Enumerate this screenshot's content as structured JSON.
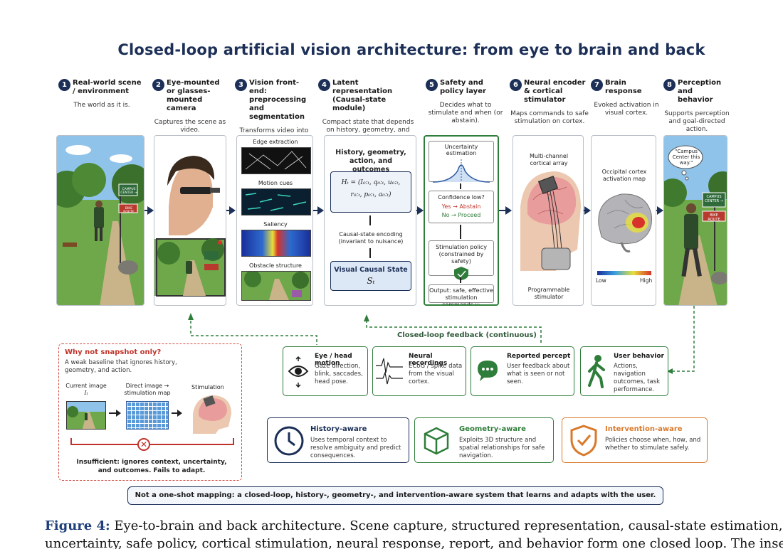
{
  "title": "Closed-loop artificial vision architecture: from eye to brain and back",
  "stages": [
    {
      "num": "1",
      "name": "Real-world scene / environment",
      "desc": "The world as it is."
    },
    {
      "num": "2",
      "name": "Eye-mounted or glasses-mounted camera",
      "desc": "Captures the scene as video."
    },
    {
      "num": "3",
      "name": "Vision front-end: preprocessing and segmentation",
      "desc": "Transforms video into structured visual cues."
    },
    {
      "num": "4",
      "name": "Latent representation (Causal-state module)",
      "desc": "Compact state that depends on history, geometry, and action."
    },
    {
      "num": "5",
      "name": "Safety and policy layer",
      "desc": "Decides what to stimulate and when (or abstain)."
    },
    {
      "num": "6",
      "name": "Neural encoder & cortical stimulator",
      "desc": "Maps commands to safe stimulation on cortex."
    },
    {
      "num": "7",
      "name": "Brain response",
      "desc": "Evoked activation in visual cortex."
    },
    {
      "num": "8",
      "name": "Perception and behavior",
      "desc": "Supports perception and goal-directed action."
    }
  ],
  "scene": {
    "sign_top": "CAMPUS CENTER →",
    "sign_bottom": "BIKE ROUTE"
  },
  "frontend": {
    "items": [
      "Edge extraction",
      "Motion cues",
      "Saliency",
      "Obstacle structure"
    ]
  },
  "latent": {
    "heading": "History, geometry, action, and outcomes",
    "formula_l1": "H",
    "formula_l1_rest": " = (I",
    "formula_full_1": "Hₜ = (I₀:ₜ, q₀:ₜ, u₀:ₜ,",
    "formula_full_2": "r₀:ₜ, p₀:ₜ, a₀:ₜ)",
    "encoding": "Causal-state encoding (invariant to nuisance)",
    "state_title": "Visual Causal State",
    "state_symbol": "Sₜ"
  },
  "safety": {
    "uncertainty": "Uncertainty estimation",
    "confidence": "Confidence low?",
    "yes": "Yes → Abstain",
    "no": "No → Proceed",
    "policy": "Stimulation policy (constrained by safety)",
    "output": "Output: safe, effective stimulation commands uₜ"
  },
  "encoder": {
    "array": "Multi-channel cortical array",
    "stimulator": "Programmable stimulator"
  },
  "brain": {
    "map": "Occipital cortex activation map",
    "low": "Low",
    "high": "High"
  },
  "perception": {
    "bubble": "\"Campus Center this way.\"",
    "sign_top": "CAMPUS CENTER →",
    "sign_bottom": "BIKE ROUTE"
  },
  "feedback": {
    "label": "Closed-loop feedback (continuous)",
    "cards": [
      {
        "title": "Eye / head motion",
        "text": "Gaze direction, blink, saccades, head pose."
      },
      {
        "title": "Neural recordings",
        "text": "ECoG / spike data from the visual cortex."
      },
      {
        "title": "Reported percept",
        "text": "User feedback about what is seen or not seen."
      },
      {
        "title": "User behavior",
        "text": "Actions, navigation outcomes, task performance."
      }
    ]
  },
  "snapshot": {
    "title": "Why not snapshot only?",
    "desc": "A weak baseline that ignores history, geometry, and action.",
    "current": "Current image",
    "current_sym": "Iₜ",
    "direct": "Direct image → stimulation map",
    "stim": "Stimulation",
    "insufficient": "Insufficient: ignores context, uncertainty, and outcomes. Fails to adapt."
  },
  "aware": [
    {
      "title": "History-aware",
      "text": "Uses temporal context to resolve ambiguity and predict consequences.",
      "color": "#1c2f57"
    },
    {
      "title": "Geometry-aware",
      "text": "Exploits 3D structure and spatial relationships for safe navigation.",
      "color": "#2f7d3a"
    },
    {
      "title": "Intervention-aware",
      "text": "Policies choose when, how, and whether to stimulate safely.",
      "color": "#d9792a"
    }
  ],
  "banner": "Not a one-shot mapping: a closed-loop, history-, geometry-, and intervention-aware system that learns and adapts with the user.",
  "caption": {
    "label": "Figure 4:",
    "text": " Eye-to-brain and back architecture. Scene capture, structured representation, causal-state estimation,",
    "line2": "uncertainty, safe policy, cortical stimulation, neural response, report, and behavior form one closed loop. The inset"
  }
}
